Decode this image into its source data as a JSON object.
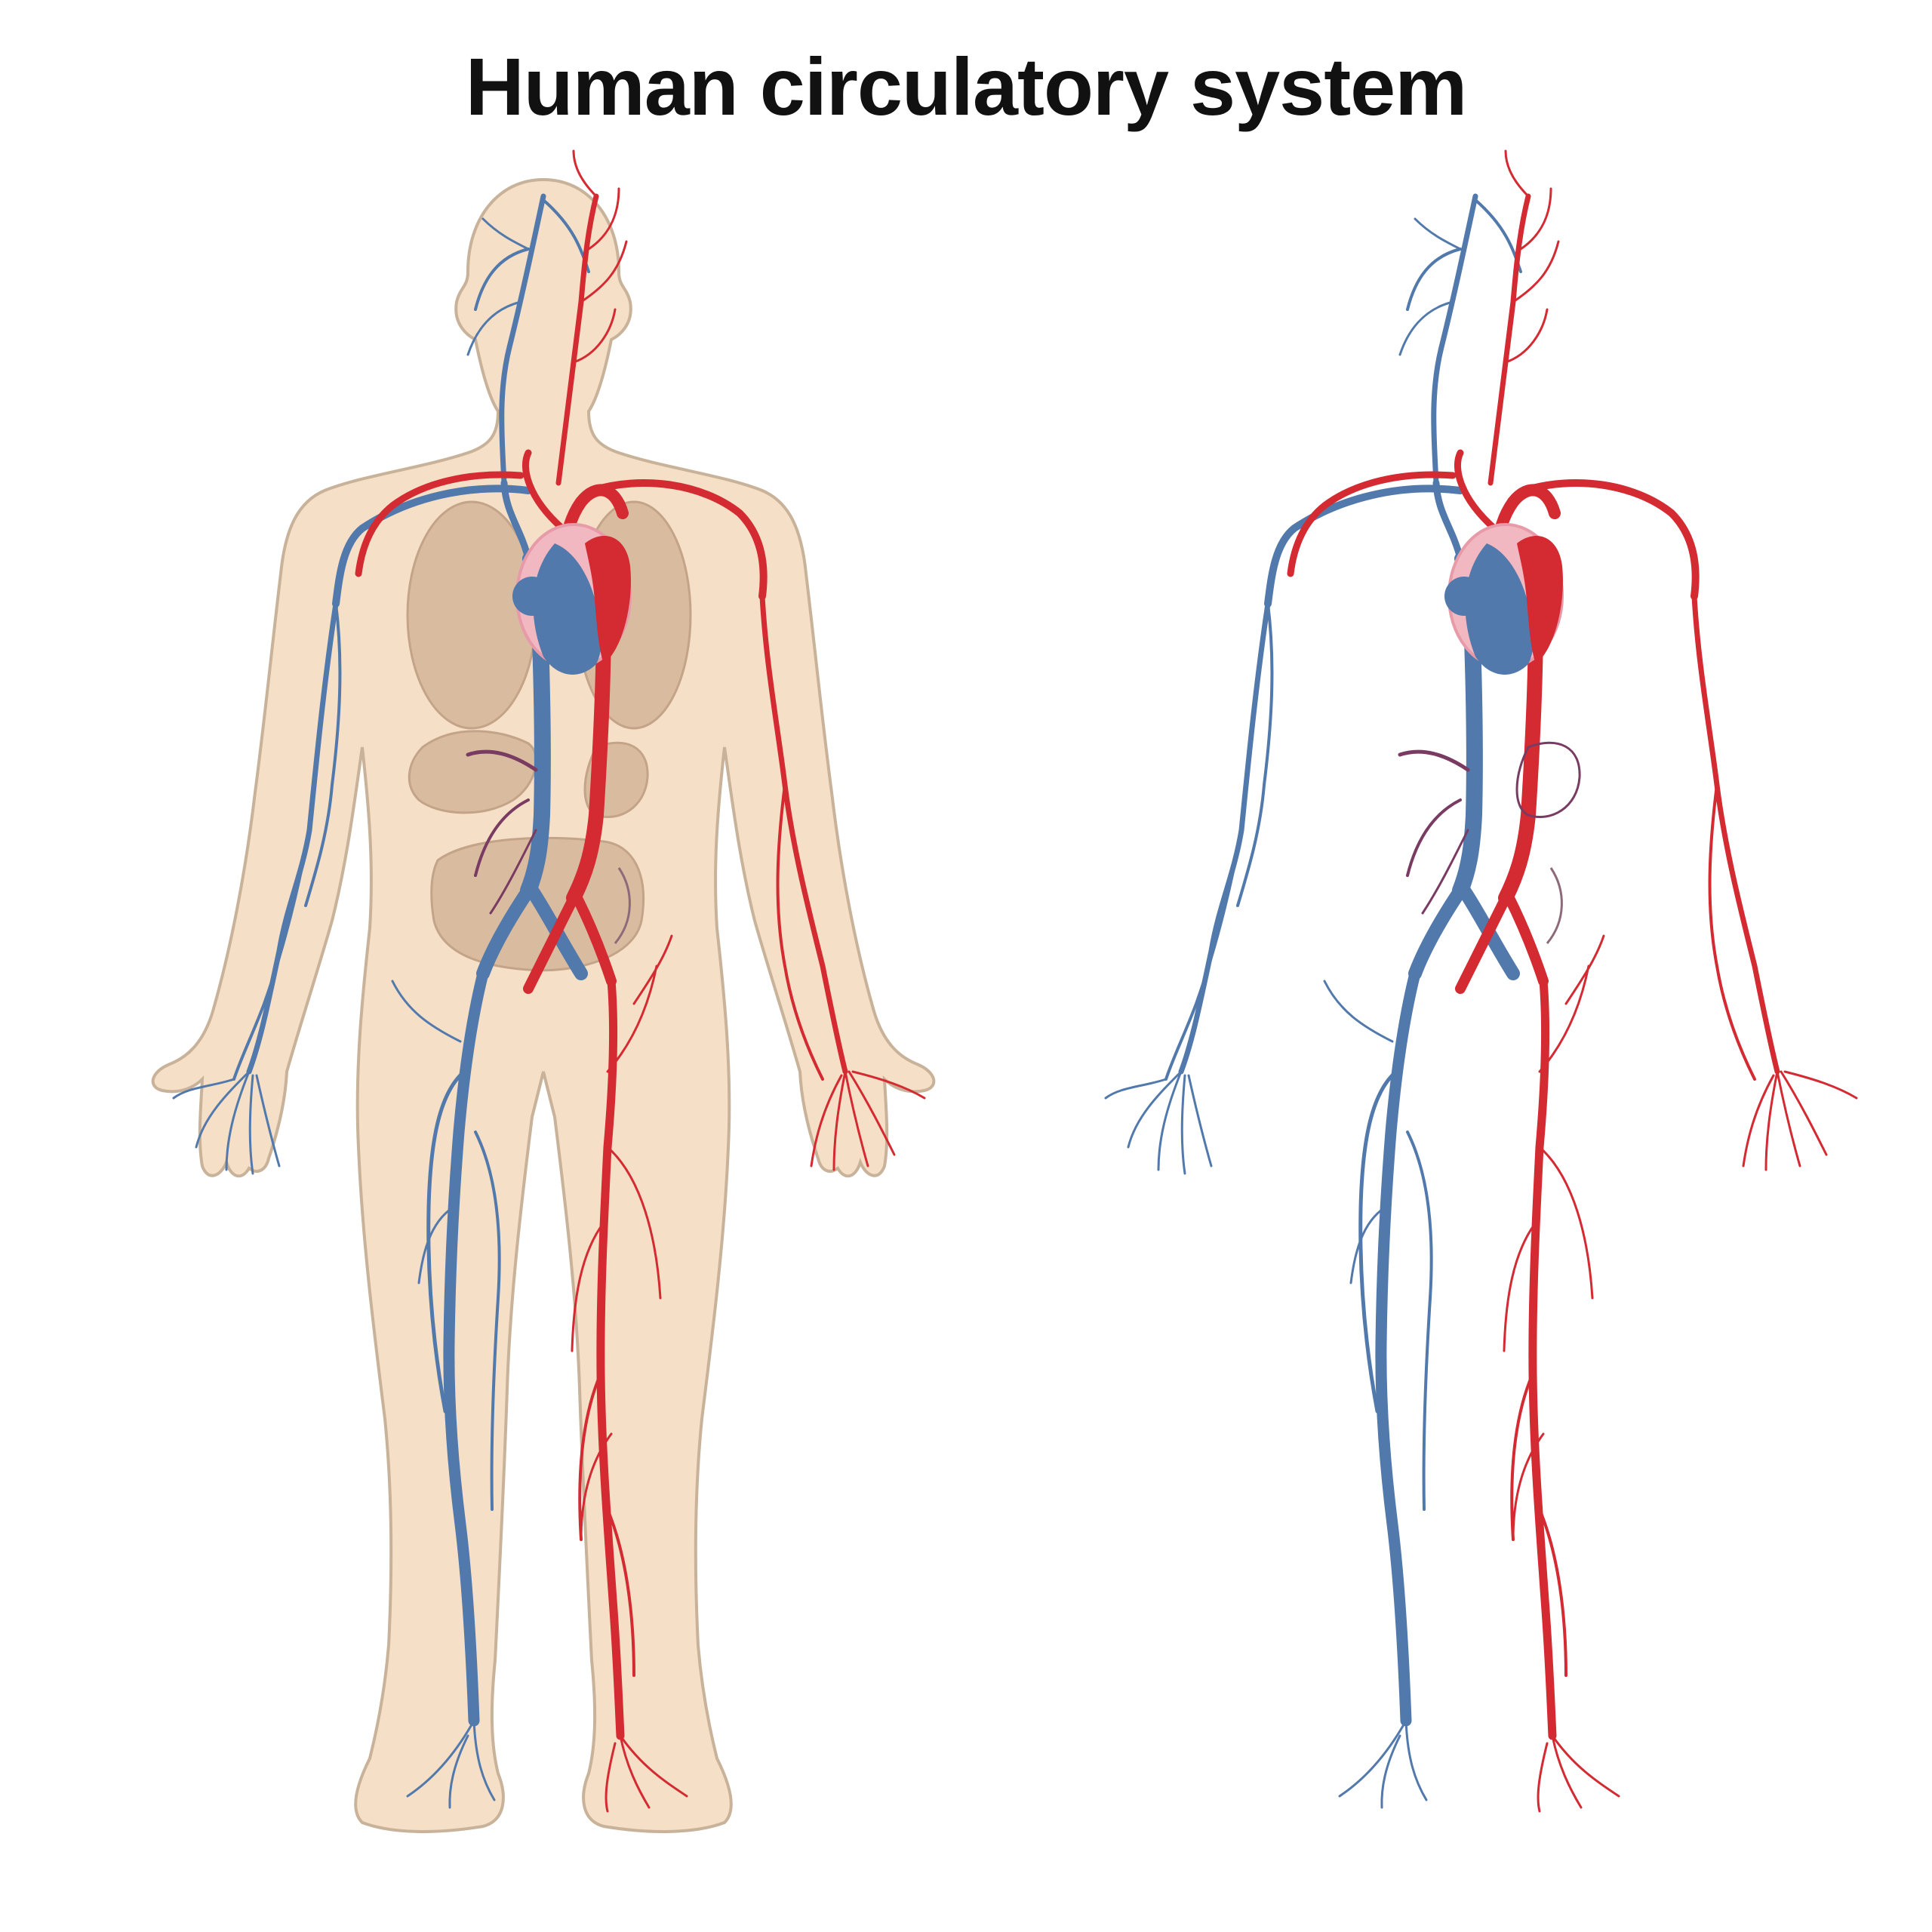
{
  "title": "Human circulatory system",
  "colors": {
    "vein": "#5279ab",
    "artery": "#d42a32",
    "body_skin": "#f5dfc6",
    "organ": "#d9bba0",
    "heart_pink": "#f2b8c2",
    "background": "#ffffff"
  },
  "figures": [
    {
      "name": "body-with-organs"
    },
    {
      "name": "vessels-only"
    }
  ]
}
